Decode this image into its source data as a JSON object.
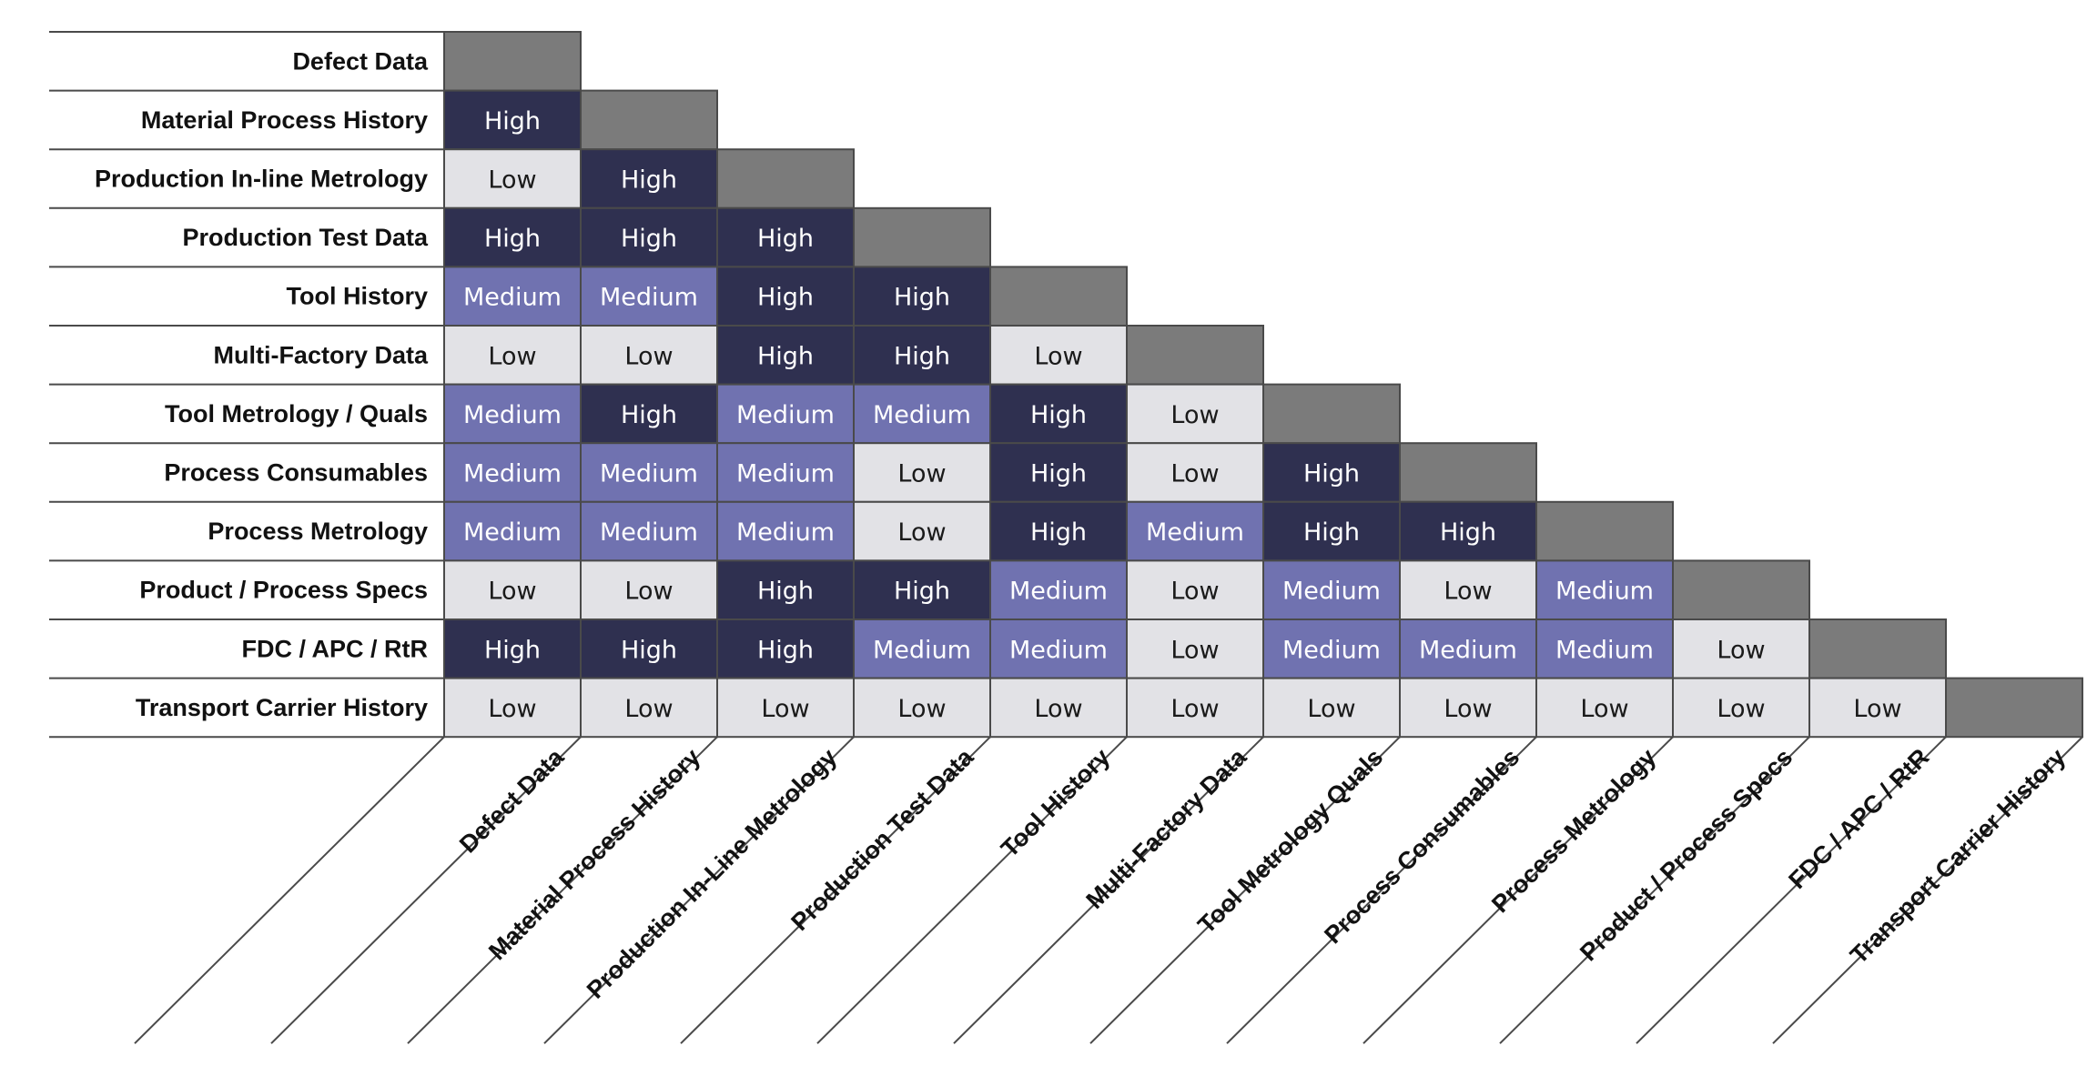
{
  "row_labels": [
    "Defect Data",
    "Material Process History",
    "Production In-line Metrology",
    "Production Test Data",
    "Tool History",
    "Multi-Factory Data",
    "Tool Metrology / Quals",
    "Process Consumables",
    "Process Metrology",
    "Product / Process Specs",
    "FDC / APC / RtR",
    "Transport Carrier History"
  ],
  "column_labels": [
    "Defect Data",
    "Material Process History",
    "Production In-Line Metrology",
    "Production Test Data",
    "Tool History",
    "Multi-Factory Data",
    "Tool Metrology Quals",
    "Process Consumables",
    "Process Metrology",
    "Product / Process Specs",
    "FDC / APC / RtR",
    "Transport Carrier History"
  ],
  "cells": [
    [],
    [
      "High"
    ],
    [
      "Low",
      "High"
    ],
    [
      "High",
      "High",
      "High"
    ],
    [
      "Medium",
      "Medium",
      "High",
      "High"
    ],
    [
      "Low",
      "Low",
      "High",
      "High",
      "Low"
    ],
    [
      "Medium",
      "High",
      "Medium",
      "Medium",
      "High",
      "Low"
    ],
    [
      "Medium",
      "Medium",
      "Medium",
      "Low",
      "High",
      "Low",
      "High"
    ],
    [
      "Medium",
      "Medium",
      "Medium",
      "Low",
      "High",
      "Medium",
      "High",
      "High"
    ],
    [
      "Low",
      "Low",
      "High",
      "High",
      "Medium",
      "Low",
      "Medium",
      "Low",
      "Medium"
    ],
    [
      "High",
      "High",
      "High",
      "Medium",
      "Medium",
      "Low",
      "Medium",
      "Medium",
      "Medium",
      "Low"
    ],
    [
      "Low",
      "Low",
      "Low",
      "Low",
      "Low",
      "Low",
      "Low",
      "Low",
      "Low",
      "Low",
      "Low"
    ]
  ],
  "colors": {
    "High": {
      "fill": "#2f3050",
      "text": "#ffffff"
    },
    "Medium": {
      "fill": "#7072b0",
      "text": "#ffffff"
    },
    "Low": {
      "fill": "#e2e2e6",
      "text": "#1a1a1a"
    },
    "diagonal": "#7b7b7b",
    "border": "#4a4a4a"
  }
}
